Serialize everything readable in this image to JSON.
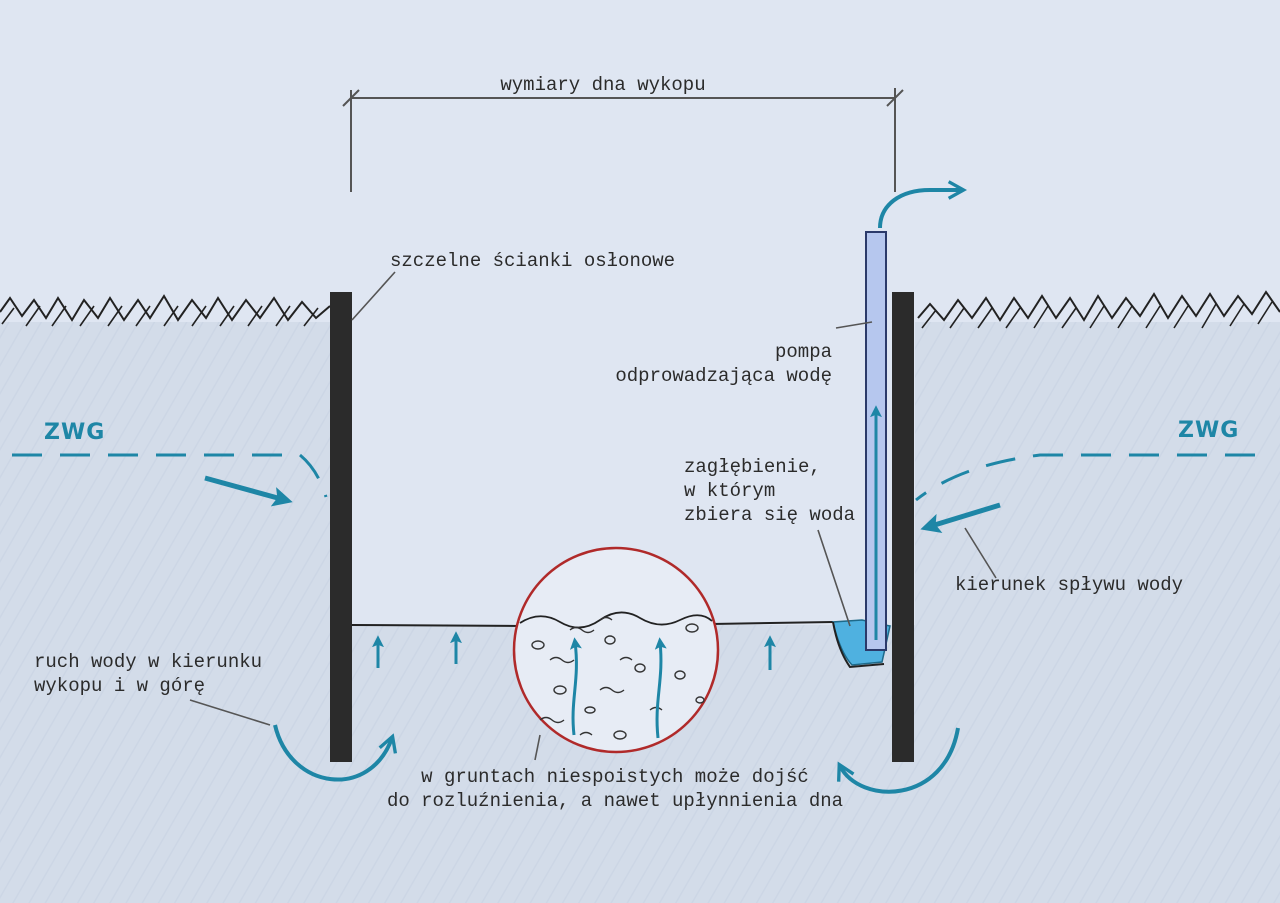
{
  "labels": {
    "bottom_dimensions": "wymiary dna wykopu",
    "sheet_walls": "szczelne ścianki osłonowe",
    "pump_line1": "pompa",
    "pump_line2": "odprowadzająca wodę",
    "sump_line1": "zagłębienie,",
    "sump_line2": "w którym",
    "sump_line3": "zbiera się woda",
    "flow_direction": "kierunek spływu wody",
    "water_movement_line1": "ruch wody w kierunku",
    "water_movement_line2": "wykopu i w górę",
    "loosening_line1": "w gruntach niespoistych może dojść",
    "loosening_line2": "do rozluźnienia, a nawet upłynnienia dna",
    "zwg_left": "ZWG",
    "zwg_right": "ZWG"
  },
  "colors": {
    "background": "#dfe6f2",
    "soil": "#d3dce9",
    "water": "#1e86a6",
    "wall": "#2b2b2b",
    "pipe": "#b6c7ee",
    "zoom_circle": "#b02a2a",
    "leader": "#555555",
    "sump_water": "#4fb1e0"
  }
}
